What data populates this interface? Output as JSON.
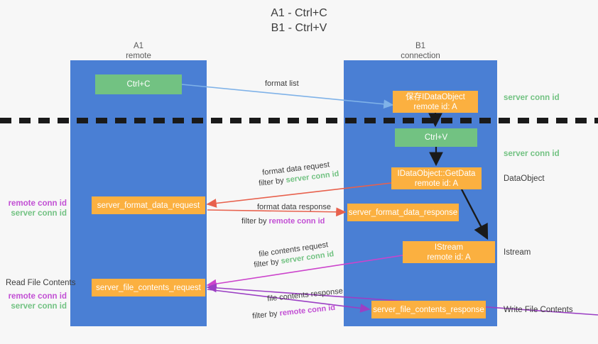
{
  "title": {
    "line1": "A1 - Ctrl+C",
    "line2": "B1 - Ctrl+V"
  },
  "columns": {
    "left": {
      "name": "A1",
      "sub": "remote"
    },
    "right": {
      "name": "B1",
      "sub": "connection"
    }
  },
  "boxes": {
    "ctrl_c": "Ctrl+C",
    "ctrl_v": "Ctrl+V",
    "save_idataobject": {
      "line1": "保存IDataObject",
      "line2": "remote id: A"
    },
    "getdata": {
      "line1": "IDataObject::GetData",
      "line2": "remote id: A"
    },
    "istream": {
      "line1": "IStream",
      "line2": "remote id: A"
    },
    "server_format_data_request": "server_format_data_request",
    "server_format_data_response": "server_format_data_response",
    "server_file_contents_request": "server_file_contents_request",
    "server_file_contents_response": "server_file_contents_response"
  },
  "side_labels": {
    "server_conn_id_1": "server conn id",
    "server_conn_id_2": "server conn id",
    "dataobject": "DataObject",
    "istream": "Istream",
    "write_file_contents": "Write File Contents"
  },
  "left_labels": {
    "remote_conn_id_1": "remote conn id",
    "server_conn_id_1": "server conn id",
    "read_file_contents": "Read File Contents",
    "remote_conn_id_2": "remote conn id",
    "server_conn_id_2": "server conn id"
  },
  "annotations": {
    "format_list": "format list",
    "format_data_request": "format data request",
    "filter_by": "filter by ",
    "filter_server_conn_id": "server conn id",
    "filter_remote_conn_id": "remote conn id",
    "format_data_response": "format data response",
    "file_contents_request": "file contents request",
    "file_contents_response": "file contents response"
  },
  "colors": {
    "lane": "#4a7fd4",
    "green": "#72c282",
    "orange": "#fbb040",
    "green_text": "#72c282",
    "magenta_text": "#c24fd4",
    "arrow_blue": "#7fb2e8",
    "arrow_red": "#e8614d",
    "arrow_magenta": "#cc44cc",
    "arrow_purple": "#9b3fc4",
    "arrow_black": "#1a1a1a"
  }
}
